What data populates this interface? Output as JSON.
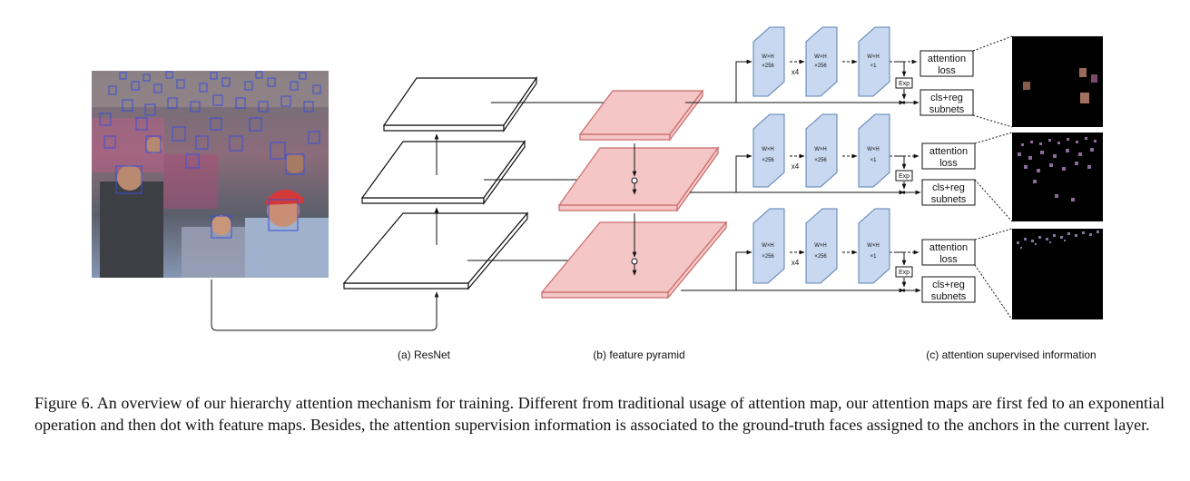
{
  "labels": {
    "resnet": "(a) ResNet",
    "feature_pyramid": "(b) feature pyramid",
    "attention_info": "(c) attention supervised information"
  },
  "heads": [
    {
      "block1": [
        "W×H",
        "×256"
      ],
      "repeat": "x4",
      "block2": [
        "W×H",
        "×256"
      ],
      "block3": [
        "W×H",
        "×1"
      ],
      "exp": "Exp",
      "attention_loss": [
        "attention",
        "loss"
      ],
      "subnets": [
        "cls+reg",
        "subnets"
      ]
    },
    {
      "block1": [
        "W×H",
        "×256"
      ],
      "repeat": "x4",
      "block2": [
        "W×H",
        "×256"
      ],
      "block3": [
        "W×H",
        "×1"
      ],
      "exp": "Exp",
      "attention_loss": [
        "attention",
        "loss"
      ],
      "subnets": [
        "cls+reg",
        "subnets"
      ]
    },
    {
      "block1": [
        "W×H",
        "×256"
      ],
      "repeat": "x4",
      "block2": [
        "W×H",
        "×256"
      ],
      "block3": [
        "W×H",
        "×1"
      ],
      "exp": "Exp",
      "attention_loss": [
        "attention",
        "loss"
      ],
      "subnets": [
        "cls+reg",
        "subnets"
      ]
    }
  ],
  "caption": "Figure 6. An overview of our hierarchy attention mechanism for training. Different from traditional usage of attention map, our attention maps are first fed to an exponential operation and then dot with feature maps. Besides, the attention supervision information is associated to the ground-truth faces assigned to the anchors in the current layer.",
  "colors": {
    "pyramid_fill": "#f4c6c6",
    "pyramid_stroke": "#c96a6a",
    "block_fill": "#c8d8f0",
    "block_stroke": "#5a7fb5",
    "face_box": "#3a4fd8",
    "attention_bg": "#000000"
  },
  "icons": {
    "photo": "crowd-photo-with-face-boxes",
    "attention_maps": "attention-map-thumbnail"
  }
}
